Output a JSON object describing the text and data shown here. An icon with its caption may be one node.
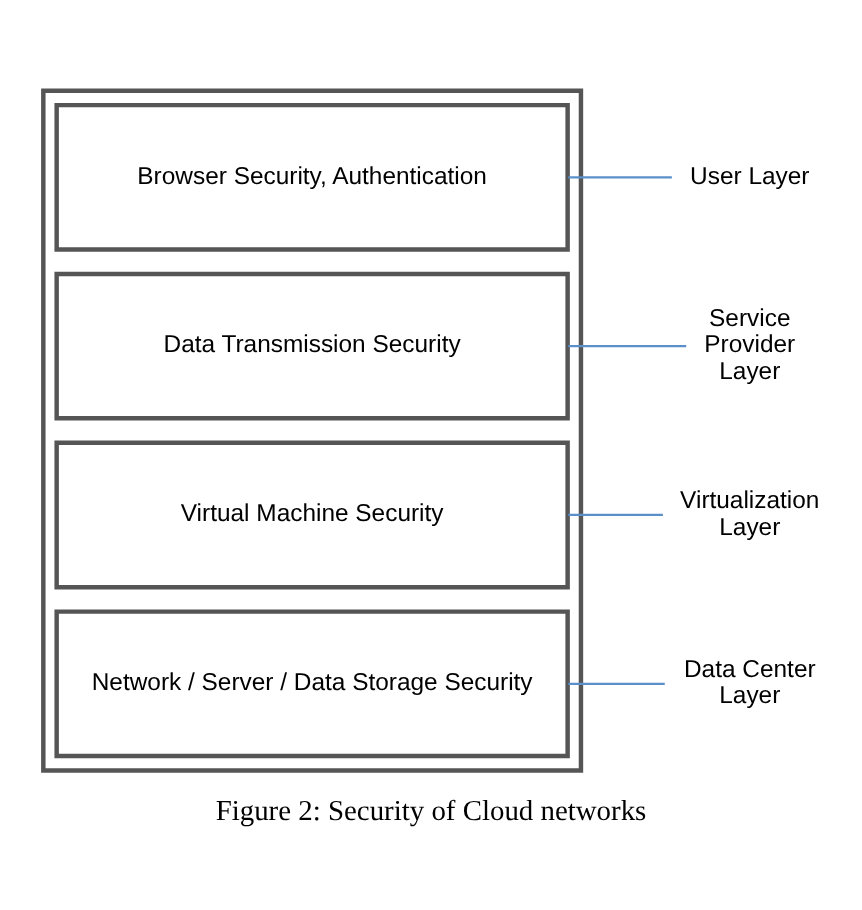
{
  "diagram": {
    "caption": "Figure 2: Security of Cloud networks",
    "nodes": [
      {
        "text": [],
        "shape": "box"
      },
      {
        "text": [
          "Browser Security, Authentication"
        ],
        "in": 0
      },
      {
        "text": [
          "Data Transmission Security"
        ],
        "in": 0
      },
      {
        "text": [
          "Virtual Machine Security"
        ],
        "in": 0
      },
      {
        "text": [
          "Network / Server / Data Storage Security"
        ],
        "in": 0
      },
      {
        "text": [
          "User Layer"
        ]
      },
      {
        "text": [
          "Service Provider Layer"
        ]
      },
      {
        "text": [
          "Virtualization Layer"
        ]
      },
      {
        "text": [
          "Data Center Layer"
        ]
      }
    ],
    "edges": [
      {
        "from": 5,
        "to": 1,
        "arrow": "none"
      },
      {
        "from": 6,
        "to": 2,
        "arrow": "none"
      },
      {
        "from": 7,
        "to": 3,
        "arrow": "none"
      },
      {
        "from": 8,
        "to": 4,
        "arrow": "none"
      }
    ]
  }
}
